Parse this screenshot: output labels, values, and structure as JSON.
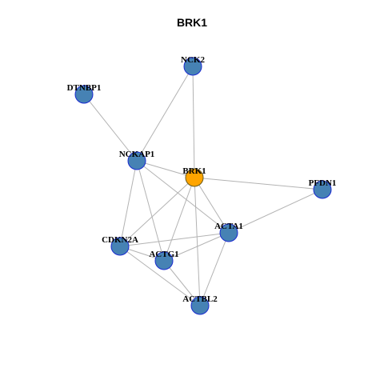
{
  "title": "BRK1",
  "colors": {
    "node_fill": "#4682b4",
    "node_stroke": "#1a2bd0",
    "center_fill": "#ffa500",
    "center_stroke": "#6b5a1a",
    "edge": "#b3b3b3"
  },
  "nodes": [
    {
      "id": "BRK1",
      "label": "BRK1",
      "center": true
    },
    {
      "id": "NCK2",
      "label": "NCK2"
    },
    {
      "id": "DTNBP1",
      "label": "DTNBP1"
    },
    {
      "id": "NCKAP1",
      "label": "NCKAP1"
    },
    {
      "id": "PFDN1",
      "label": "PFDN1"
    },
    {
      "id": "ACTA1",
      "label": "ACTA1"
    },
    {
      "id": "CDKN2A",
      "label": "CDKN2A"
    },
    {
      "id": "ACTG1",
      "label": "ACTG1"
    },
    {
      "id": "ACTBL2",
      "label": "ACTBL2"
    }
  ],
  "edges": [
    [
      "NCK2",
      "NCKAP1"
    ],
    [
      "NCK2",
      "BRK1"
    ],
    [
      "DTNBP1",
      "NCKAP1"
    ],
    [
      "NCKAP1",
      "BRK1"
    ],
    [
      "NCKAP1",
      "ACTA1"
    ],
    [
      "NCKAP1",
      "CDKN2A"
    ],
    [
      "NCKAP1",
      "ACTG1"
    ],
    [
      "BRK1",
      "PFDN1"
    ],
    [
      "BRK1",
      "ACTA1"
    ],
    [
      "BRK1",
      "CDKN2A"
    ],
    [
      "BRK1",
      "ACTG1"
    ],
    [
      "BRK1",
      "ACTBL2"
    ],
    [
      "PFDN1",
      "ACTA1"
    ],
    [
      "ACTA1",
      "CDKN2A"
    ],
    [
      "ACTA1",
      "ACTG1"
    ],
    [
      "ACTA1",
      "ACTBL2"
    ],
    [
      "CDKN2A",
      "ACTG1"
    ],
    [
      "CDKN2A",
      "ACTBL2"
    ],
    [
      "ACTG1",
      "ACTBL2"
    ]
  ]
}
